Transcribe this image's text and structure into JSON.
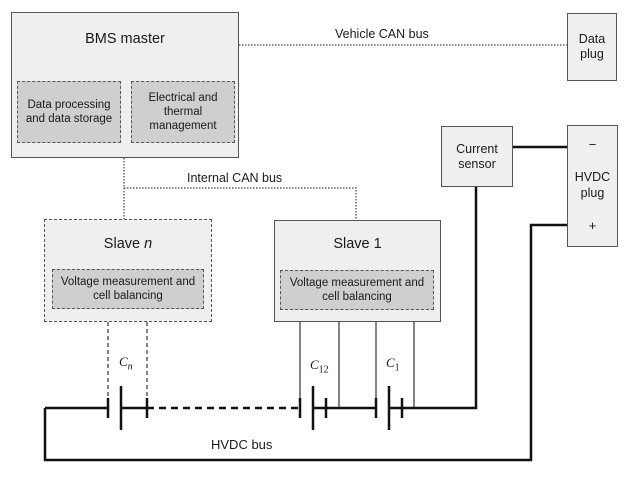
{
  "bms_master": {
    "title": "BMS master",
    "sub_left_line1": "Data processing",
    "sub_left_line2": "and data storage",
    "sub_right_line1": "Electrical and",
    "sub_right_line2": "thermal",
    "sub_right_line3": "management"
  },
  "data_plug": {
    "line1": "Data",
    "line2": "plug"
  },
  "vehicle_can_bus": "Vehicle CAN bus",
  "internal_can_bus": "Internal CAN bus",
  "current_sensor": {
    "line1": "Current",
    "line2": "sensor"
  },
  "hvdc_plug": {
    "minus": "−",
    "line1": "HVDC",
    "line2": "plug",
    "plus": "+"
  },
  "slave_n": {
    "title": "Slave ",
    "title_italic": "n",
    "inner_line1": "Voltage measurement and",
    "inner_line2": "cell balancing"
  },
  "slave_1": {
    "title": "Slave 1",
    "inner_line1": "Voltage measurement and",
    "inner_line2": "cell balancing"
  },
  "cells": {
    "cn_base": "C",
    "cn_sub": "n",
    "c12_base": "C",
    "c12_sub": "12",
    "c1_base": "C",
    "c1_sub": "1"
  },
  "hvdc_bus": "HVDC bus"
}
